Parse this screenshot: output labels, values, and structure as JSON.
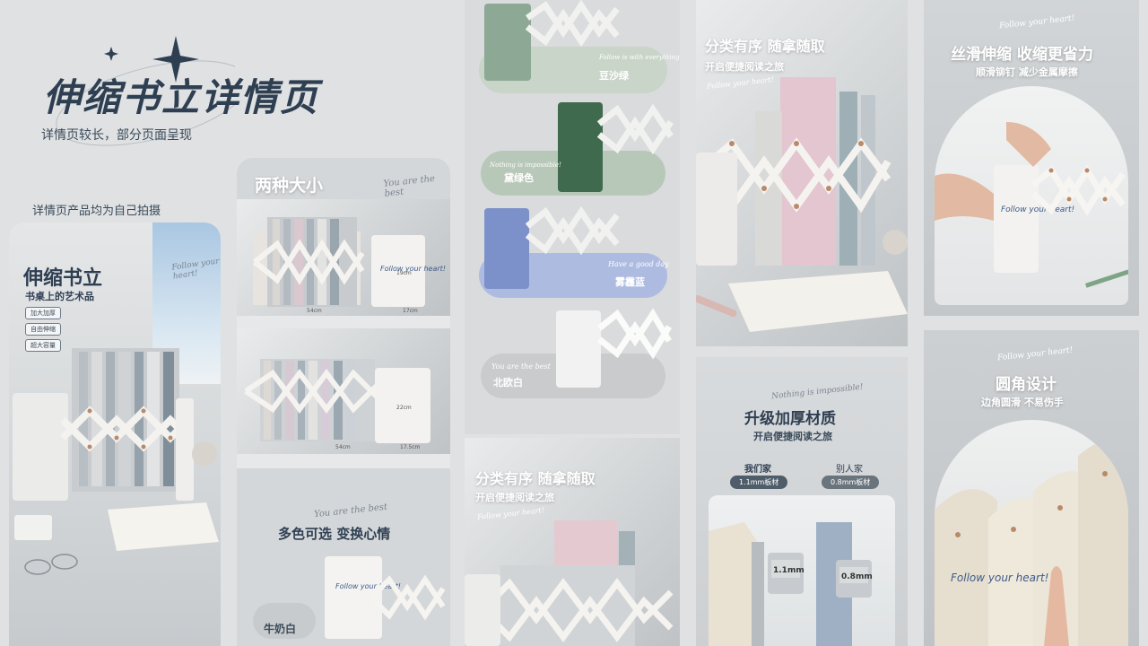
{
  "intro": {
    "title": "伸缩书立详情页",
    "subtitle": "详情页较长，部分页面呈现",
    "note": "详情页产品均为自己拍摄"
  },
  "card1": {
    "title": "伸缩书立",
    "subtitle": "书桌上的艺术品",
    "tags": [
      "加大加厚",
      "自由伸缩",
      "超大容量"
    ],
    "script": "Follow your heart!"
  },
  "sizes": {
    "title": "两种大小",
    "script": "You are the best",
    "book_text": "Follow your heart!",
    "large": {
      "w": "54cm",
      "h": "22cm",
      "d": "17.5cm"
    },
    "small": {
      "w": "54cm",
      "h": "19cm",
      "d": "17cm"
    }
  },
  "colors": {
    "script": "You are the best",
    "title": "多色可选 变换心情",
    "label": "牛奶白",
    "book_text": "Follow your heart!"
  },
  "swatches": [
    {
      "name": "豆沙绿",
      "script": "Follow is with everything",
      "color": "#8da894",
      "pill": "#c9d5c9"
    },
    {
      "name": "黛绿色",
      "script": "Nothing is impossible!",
      "color": "#3f6a4d",
      "pill": "#b8c8b8"
    },
    {
      "name": "雾霾蓝",
      "script": "Have a good day",
      "color": "#7c91c9",
      "pill": "#aebbe1"
    },
    {
      "name": "北欧白",
      "script": "You are the best",
      "color": "#f2f2f2",
      "pill": "#c9cbcd"
    }
  ],
  "sort1": {
    "title": "分类有序 随拿随取",
    "subtitle": "开启便捷阅读之旅",
    "script": "Follow your heart!"
  },
  "sort2": {
    "title": "分类有序 随拿随取",
    "subtitle": "开启便捷阅读之旅",
    "script": "Follow your heart!"
  },
  "material": {
    "script": "Nothing is impossible!",
    "title": "升级加厚材质",
    "subtitle": "开启便捷阅读之旅",
    "ours_label": "我们家",
    "ours_spec": "1.1mm板材",
    "others_label": "别人家",
    "others_spec": "0.8mm板材",
    "reading_ours": "1.1mm",
    "reading_others": "0.8mm"
  },
  "smooth": {
    "script": "Follow your heart!",
    "title": "丝滑伸缩 收缩更省力",
    "subtitle": "顺滑铆钉 减少金属摩擦",
    "book_text": "Follow your heart!"
  },
  "rounded": {
    "script": "Follow your heart!",
    "title": "圆角设计",
    "subtitle": "边角圆滑 不易伤手",
    "book_text": "Follow your heart!"
  }
}
